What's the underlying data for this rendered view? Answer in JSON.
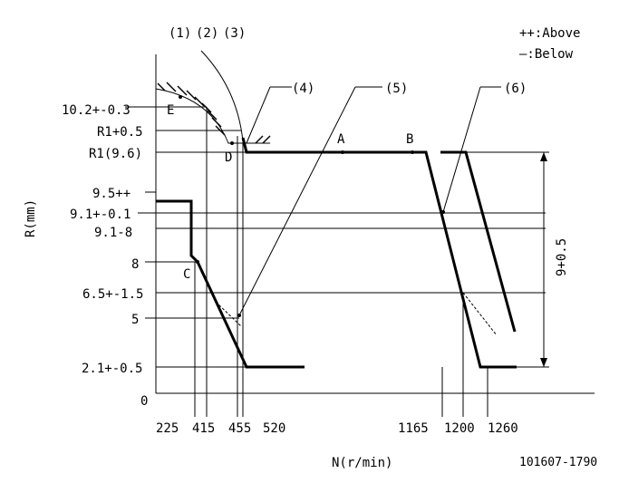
{
  "legend": {
    "above": "++:Above",
    "below": "—:Below"
  },
  "axes": {
    "ylabel": "R(mm)",
    "xlabel": "N(r/min)",
    "origin": "0"
  },
  "y_labels": [
    "10.2+-0.3",
    "R1+0.5",
    "R1(9.6)",
    "9.5++",
    "9.1+-0.1",
    "9.1-8",
    "8",
    "6.5+-1.5",
    "5",
    "2.1+-0.5"
  ],
  "x_labels": [
    "225",
    "415",
    "455",
    "520",
    "1165",
    "1200",
    "1260"
  ],
  "callouts": [
    "(1)",
    "(2)",
    "(3)",
    "(4)",
    "(5)",
    "(6)"
  ],
  "points": [
    "A",
    "B",
    "C",
    "D",
    "E"
  ],
  "dimension": "9+0.5",
  "code": "101607-1790"
}
